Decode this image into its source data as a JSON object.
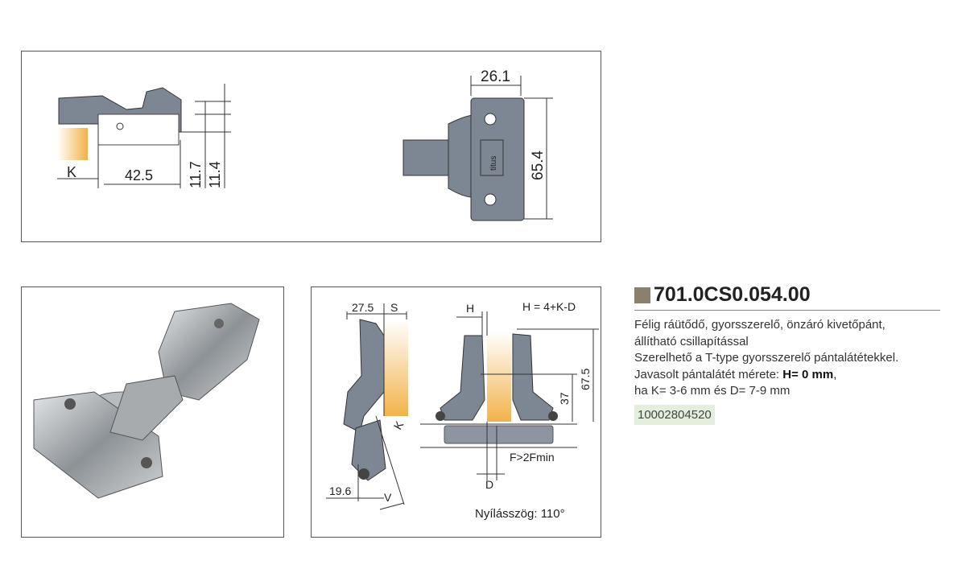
{
  "top_drawing": {
    "dim_k": "K",
    "dim_depth": "42.5",
    "dim_h1": "11.7",
    "dim_h2": "11.4",
    "dim_width": "26.1",
    "dim_height": "65.4",
    "brand_mark": "titus"
  },
  "install_drawing": {
    "dim_275": "27.5",
    "dim_s": "S",
    "dim_k": "K",
    "dim_196": "19.6",
    "dim_v": "V",
    "dim_h": "H",
    "formula": "H = 4+K-D",
    "dim_675": "67.5",
    "dim_37": "37",
    "dim_f": "F>2Fmin",
    "dim_d": "D",
    "opening_angle": "Nyílásszög: 110°"
  },
  "product": {
    "code": "701.0CS0.054.00",
    "line1": "Félig ráütődő, gyorsszerelő, önzáró kivetőpánt,",
    "line2": "állítható csillapítással",
    "line3": "Szerelhető a T-type gyorsszerelő pántalátétekkel.",
    "line4_prefix": "Javasolt pántalátét mérete: ",
    "line4_bold": "H= 0 mm",
    "line4_suffix": ",",
    "line5": "ha K= 3-6 mm és D= 7-9 mm",
    "article_number": "10002804520"
  },
  "colors": {
    "hinge": "#7d8794",
    "wood": "#f2b24a",
    "accent_square": "#8a8070",
    "badge_bg": "#e3eedd"
  }
}
